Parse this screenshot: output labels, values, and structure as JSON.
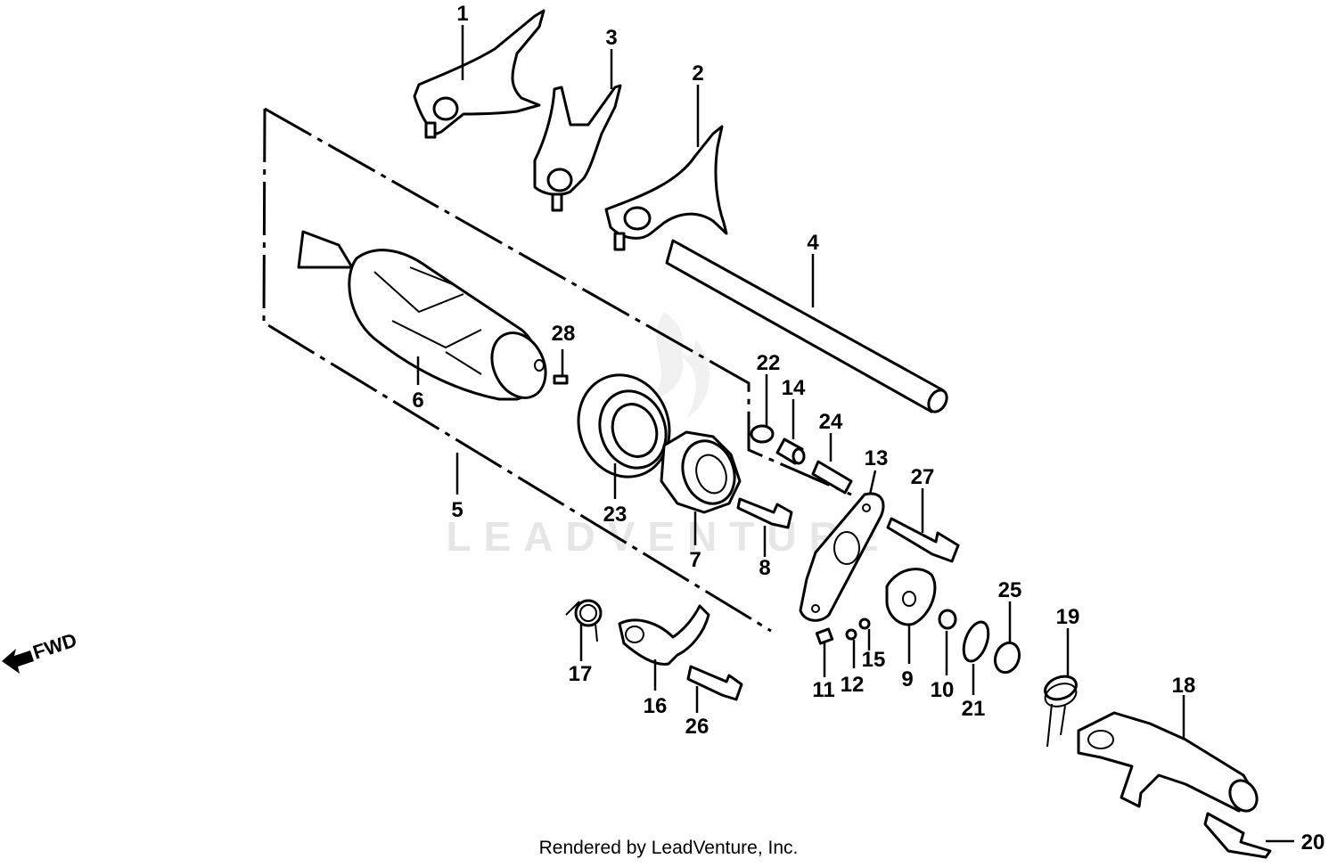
{
  "watermark": "LEADVENTURE",
  "footer": "Rendered by LeadVenture, Inc.",
  "direction_label": "FWD",
  "callouts": [
    "1",
    "2",
    "3",
    "4",
    "5",
    "6",
    "7",
    "8",
    "9",
    "10",
    "11",
    "12",
    "13",
    "14",
    "15",
    "16",
    "17",
    "18",
    "19",
    "20",
    "21",
    "22",
    "23",
    "24",
    "25",
    "26",
    "27",
    "28"
  ]
}
